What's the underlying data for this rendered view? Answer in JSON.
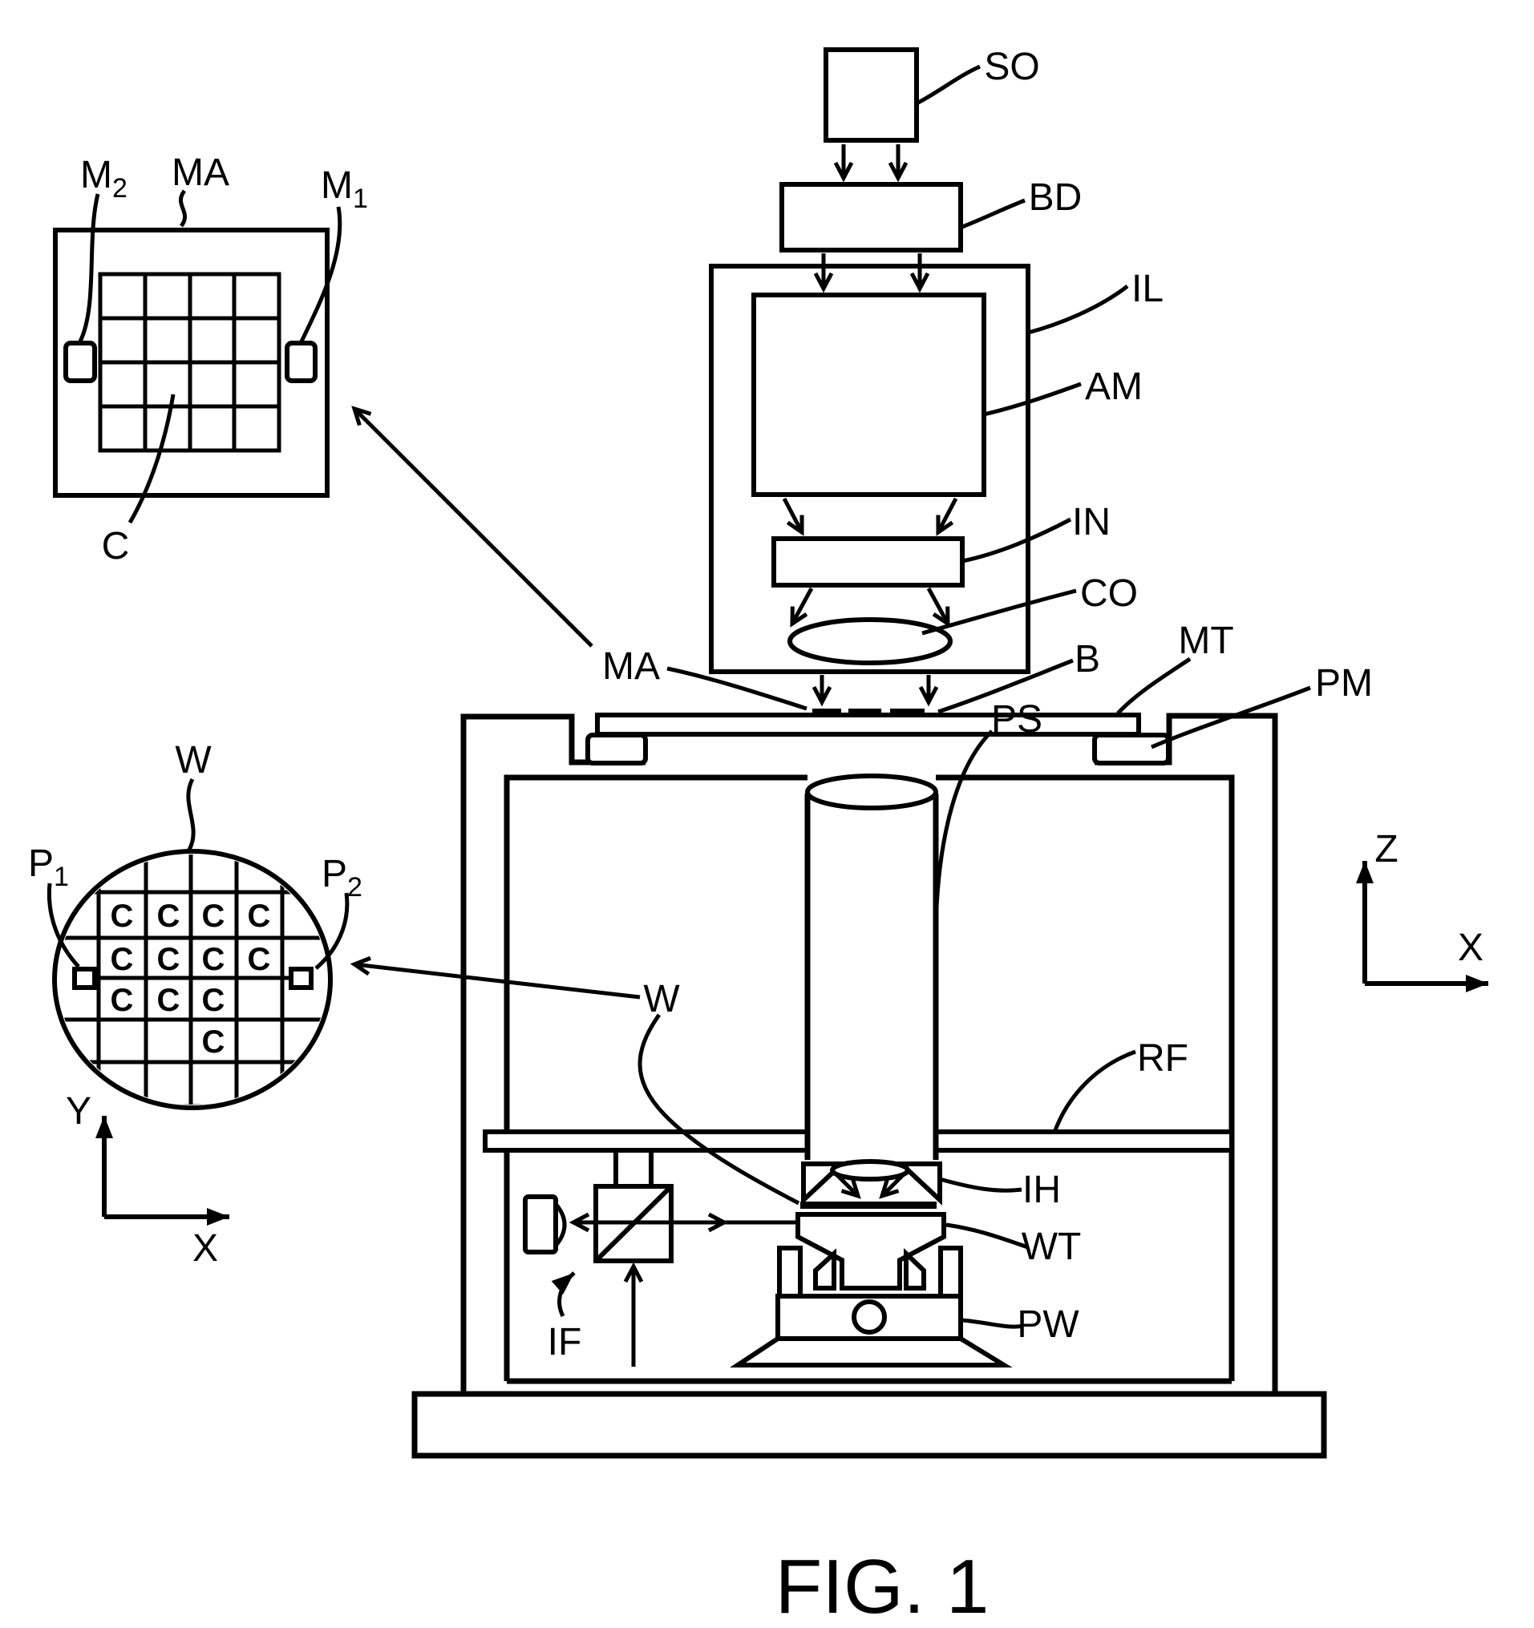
{
  "figure_caption": "FIG. 1",
  "optical_column": {
    "so": "SO",
    "bd": "BD",
    "il": "IL",
    "am": "AM",
    "in": "IN",
    "co": "CO",
    "ma": "MA",
    "b": "B"
  },
  "mask_stage": {
    "mt": "MT",
    "pm": "PM"
  },
  "projection_system": {
    "ps": "PS",
    "rf": "RF",
    "ih": "IH"
  },
  "wafer_stage": {
    "w": "W",
    "wt": "WT",
    "pw": "PW",
    "if": "IF"
  },
  "coord_axes": {
    "z": "Z",
    "x": "X"
  },
  "mask_inset": {
    "ma": "MA",
    "m_base": "M",
    "m1_sub": "1",
    "m2_sub": "2",
    "c": "C"
  },
  "wafer_inset": {
    "w": "W",
    "p_base": "P",
    "p1_sub": "1",
    "p2_sub": "2",
    "cell": "C",
    "axis_y": "Y",
    "axis_x": "X"
  }
}
